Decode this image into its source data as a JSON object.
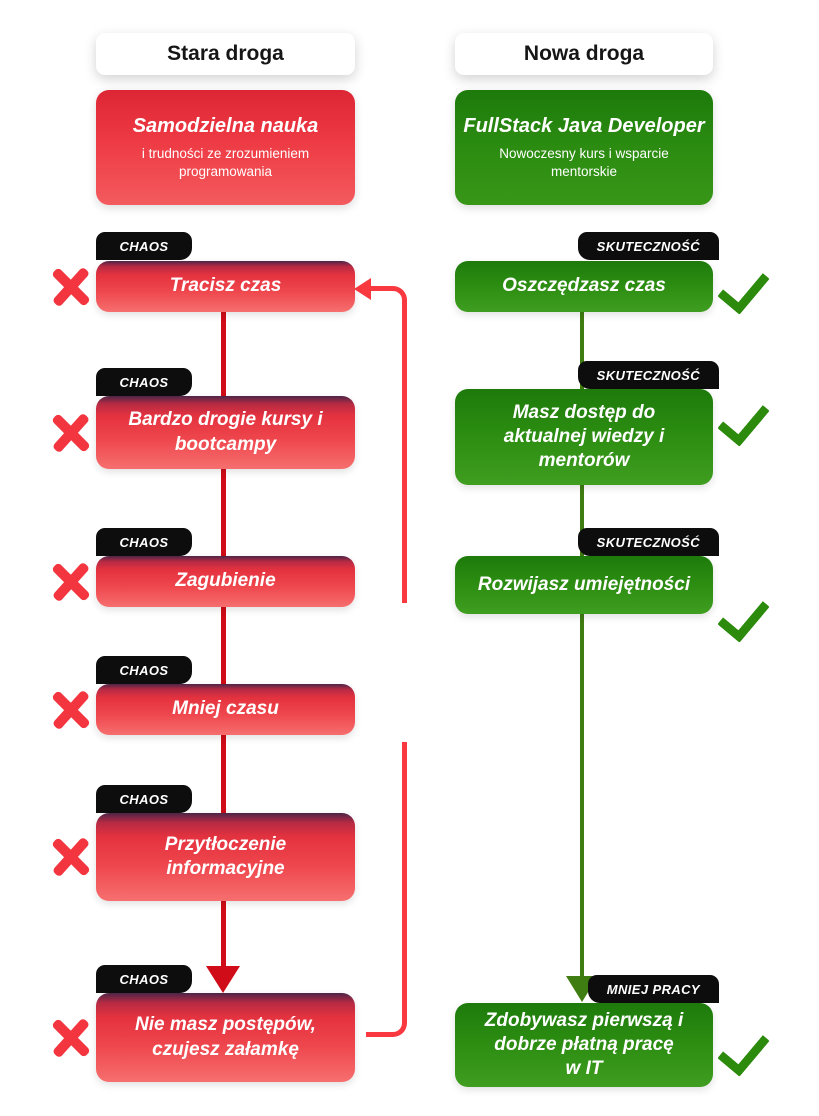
{
  "colors": {
    "chaos_dark_top": "#4e2547",
    "red_main": "#ee3a44",
    "red_light": "#f66f6f",
    "red_line": "#cf0c18",
    "red_loop": "#f93840",
    "green_dark": "#1d7a0b",
    "green_main": "#2b8c11",
    "green_light": "#3f9e20",
    "green_line": "#3f7c12",
    "tag_bg": "#0d0d0d",
    "check": "#2c8a0c",
    "x_mark": "#f2353e"
  },
  "icons": {
    "x_icon": "✗",
    "check_icon": "✓",
    "arrow_down_icon": "▼",
    "arrow_left_icon": "◄"
  },
  "left": {
    "header": "Stara droga",
    "intro_title": "Samodzielna nauka",
    "intro_subtitle": "i trudności ze zrozumieniem\nprogramowania",
    "items": [
      {
        "tag": "CHAOS",
        "label": "Tracisz czas"
      },
      {
        "tag": "CHAOS",
        "label": "Bardzo drogie kursy i\nbootcampy"
      },
      {
        "tag": "CHAOS",
        "label": "Zagubienie"
      },
      {
        "tag": "CHAOS",
        "label": "Mniej czasu"
      },
      {
        "tag": "CHAOS",
        "label": "Przytłoczenie\ninformacyjne"
      },
      {
        "tag": "CHAOS",
        "label": "Nie masz postępów,\nczujesz załamkę"
      }
    ]
  },
  "right": {
    "header": "Nowa droga",
    "intro_title": "FullStack Java Developer",
    "intro_subtitle": "Nowoczesny kurs i wsparcie\nmentorskie",
    "items": [
      {
        "tag": "SKUTECZNOŚĆ",
        "label": "Oszczędzasz czas"
      },
      {
        "tag": "SKUTECZNOŚĆ",
        "label": "Masz dostęp do\naktualnej wiedzy i\nmentorów"
      },
      {
        "tag": "SKUTECZNOŚĆ",
        "label": "Rozwijasz umiejętności"
      },
      {
        "tag": "MNIEJ PRACY",
        "label": "Zdobywasz pierwszą i\ndobrze płatną pracę\nw IT"
      }
    ]
  }
}
